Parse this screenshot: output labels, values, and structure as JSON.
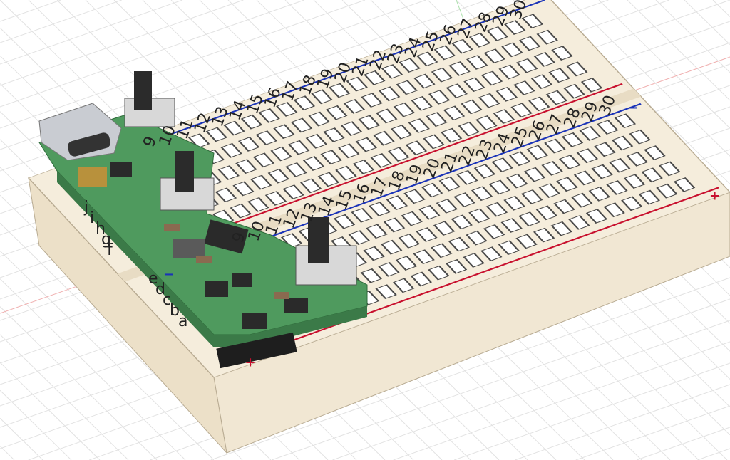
{
  "scene": {
    "colors": {
      "background": "#ffffff",
      "grid": "#dcdcdc",
      "board": "#f3ead8",
      "board_side": "#efe4cf",
      "hole": "#4a4a4a",
      "rail_red": "#c8102e",
      "rail_blue": "#1a33b8",
      "pcb": "#4f9a5e",
      "component": "#2a2a2a"
    },
    "breadboard": {
      "column_numbers": [
        "9",
        "10",
        "11",
        "12",
        "13",
        "14",
        "15",
        "16",
        "17",
        "18",
        "19",
        "20",
        "21",
        "22",
        "23",
        "24",
        "25",
        "26",
        "27",
        "28",
        "29",
        "30"
      ],
      "row_letters_front": [
        "a",
        "b",
        "c",
        "d",
        "e"
      ],
      "row_letters_back": [
        "f",
        "g",
        "h",
        "i",
        "j"
      ],
      "rail_plus": "+",
      "rail_minus": "−"
    }
  }
}
